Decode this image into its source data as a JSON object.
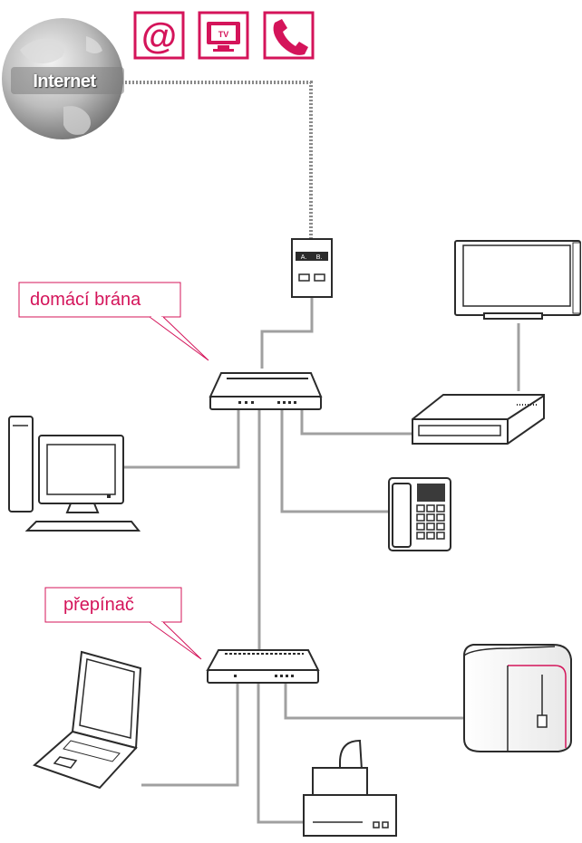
{
  "internet": {
    "label": "Internet"
  },
  "services": [
    {
      "name": "email",
      "icon": "at-sign-icon",
      "glyph": "@"
    },
    {
      "name": "tv",
      "icon": "tv-icon",
      "text": "TV"
    },
    {
      "name": "phone",
      "icon": "phone-handset-icon"
    }
  ],
  "wall_socket": {
    "port_a": "A.",
    "port_b": "B."
  },
  "labels": {
    "gateway": "domácí brána",
    "switch": "přepínač"
  },
  "colors": {
    "accent": "#d4145a",
    "line": "#a0a0a0",
    "device_stroke": "#2b2b2b"
  }
}
